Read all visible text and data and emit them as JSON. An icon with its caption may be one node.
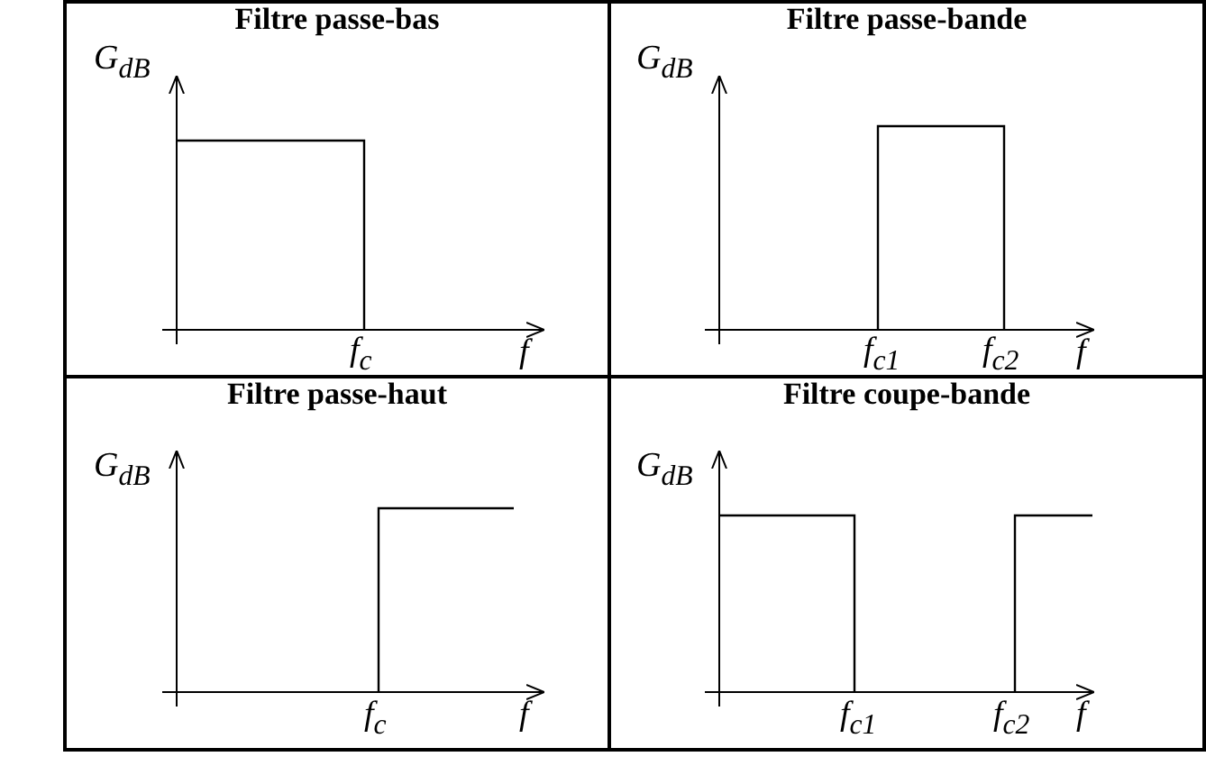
{
  "diagram": {
    "nodes": [
      {
        "text": [
          "Filtre passe-bas",
          "G$_{dB}$",
          "f$_{c}$",
          "f"
        ]
      },
      {
        "text": [
          "Filtre passe-bande",
          "G$_{dB}$",
          "f$_{c1}$",
          "f$_{c2}$",
          "f"
        ]
      },
      {
        "text": [
          "Filtre passe-haut",
          "G$_{dB}$",
          "f$_{c}$",
          "f"
        ]
      },
      {
        "text": [
          "Filtre coupe-bande",
          "G$_{dB}$",
          "f$_{c1}$",
          "f$_{c2}$",
          "f"
        ]
      }
    ]
  }
}
